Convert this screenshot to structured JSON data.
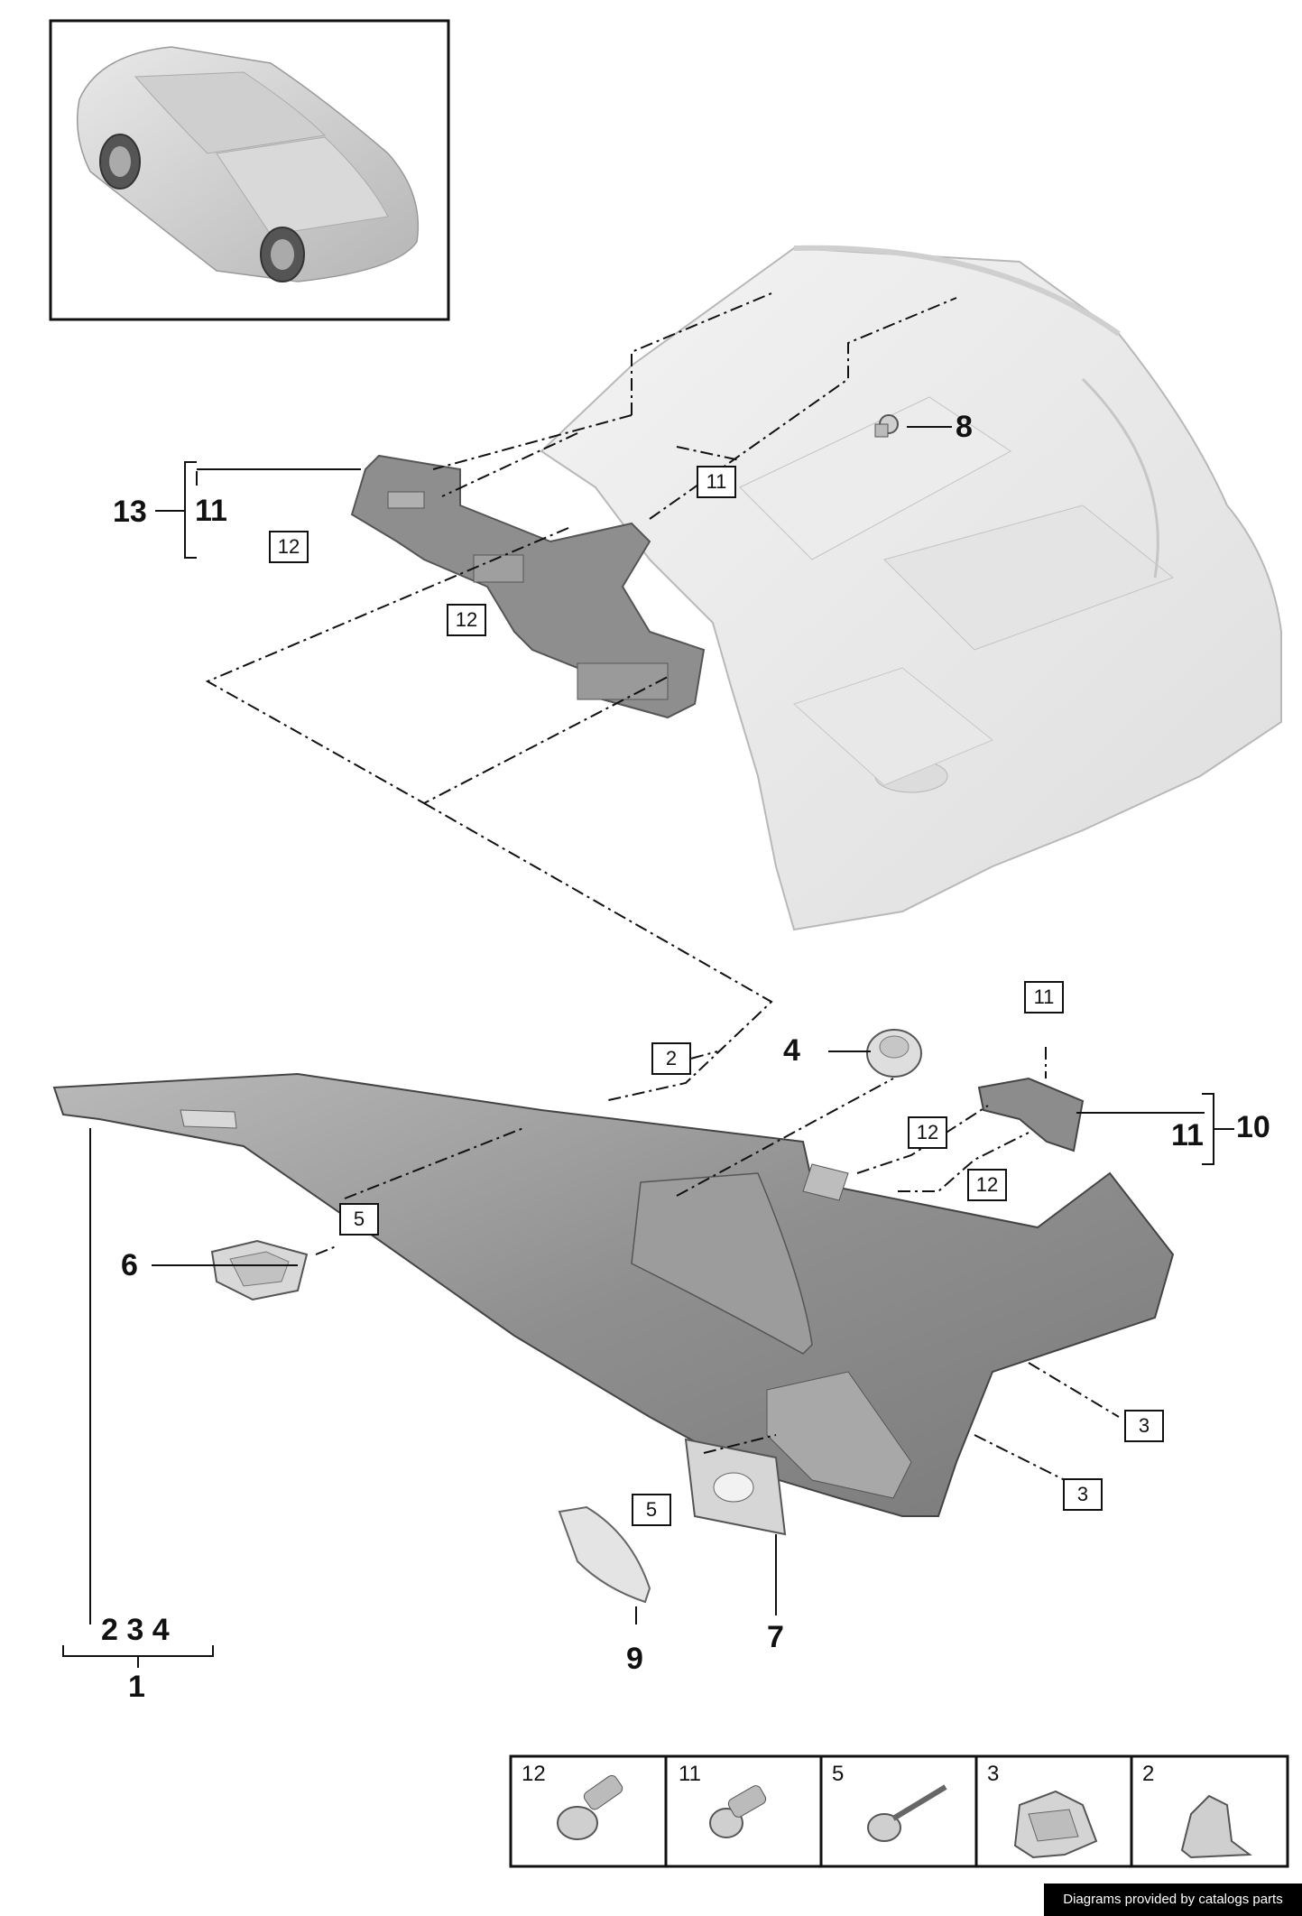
{
  "labels": {
    "n13": "13",
    "n11_left": "11",
    "n12_a": "12",
    "n12_b": "12",
    "n11_box_center": "11",
    "n8": "8",
    "n2_box": "2",
    "n4": "4",
    "n11_box_right": "11",
    "n12_c": "12",
    "n12_d": "12",
    "n11_right": "11",
    "n10": "10",
    "n5_box_a": "5",
    "n6": "6",
    "n3_box_a": "3",
    "n3_box_b": "3",
    "n5_box_b": "5",
    "n7": "7",
    "n9": "9",
    "n234": "2 3 4",
    "n1": "1"
  },
  "legend": [
    "12",
    "11",
    "5",
    "3",
    "2"
  ],
  "credit": "Diagrams provided by catalogs parts"
}
